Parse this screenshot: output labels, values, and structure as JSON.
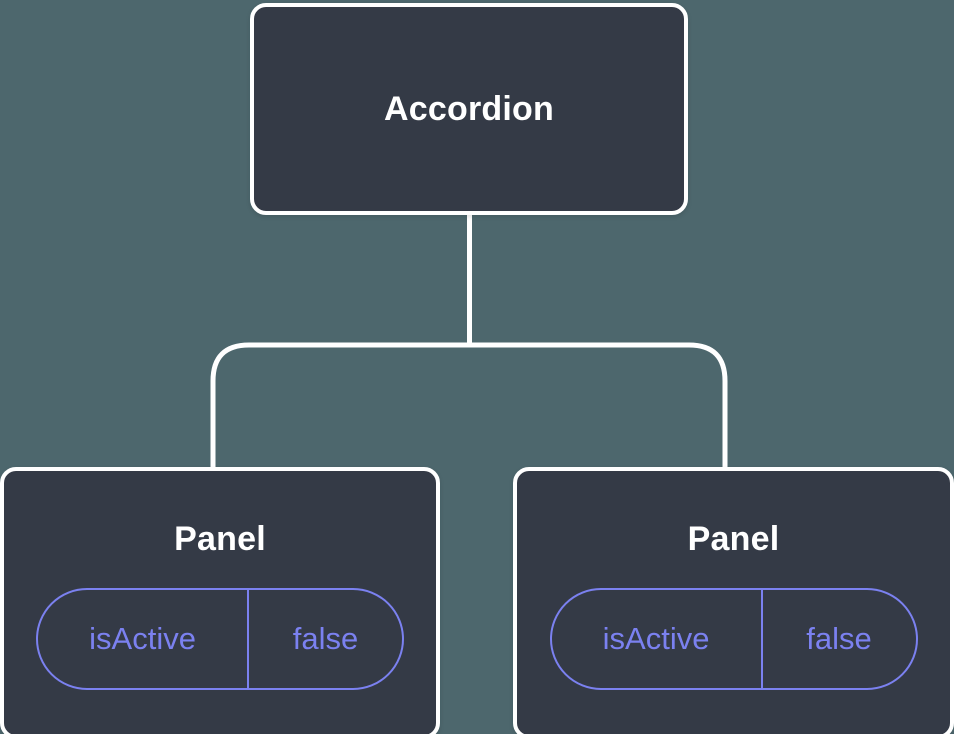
{
  "diagram": {
    "description": "Component tree diagram of an Accordion with two Panel children each holding local state",
    "root": {
      "label": "Accordion"
    },
    "children": [
      {
        "label": "Panel",
        "state": {
          "name": "isActive",
          "value": "false"
        }
      },
      {
        "label": "Panel",
        "state": {
          "name": "isActive",
          "value": "false"
        }
      }
    ]
  },
  "colors": {
    "background": "#4d676d",
    "node_fill": "#343a46",
    "node_border": "#ffffff",
    "state_accent": "#7b81f0",
    "connector": "#ffffff"
  }
}
